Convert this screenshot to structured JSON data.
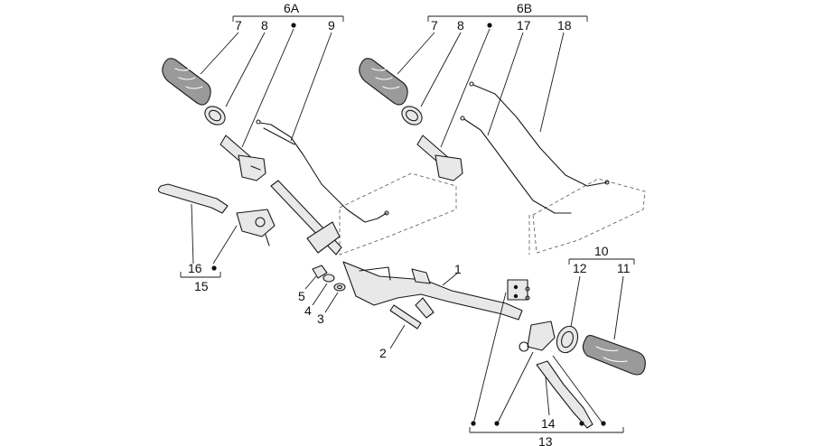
{
  "labels": {
    "grp_6a": "6A",
    "grp_6b": "6B",
    "grp_10": "10",
    "grp_13": "13",
    "grp_15": "15",
    "l1": "1",
    "l2": "2",
    "l3": "3",
    "l4": "4",
    "l5": "5",
    "l7a": "7",
    "l8a": "8",
    "l9": "9",
    "l7b": "7",
    "l8b": "8",
    "l11": "11",
    "l12": "12",
    "l14": "14",
    "l16": "16",
    "l17": "17",
    "l18": "18"
  }
}
